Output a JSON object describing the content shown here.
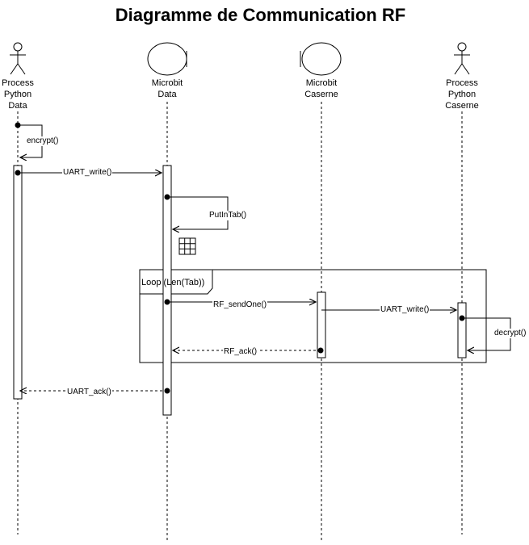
{
  "title": "Diagramme de Communication RF",
  "actors": {
    "process_python_data": "Process\nPython\nData",
    "microbit_data": "Microbit\nData",
    "microbit_caserne": "Microbit\nCaserne",
    "process_python_caserne": "Process\nPython\nCaserne"
  },
  "messages": {
    "encrypt": "encrypt()",
    "uart_write_1": "UART_write()",
    "put_in_tab": "PutInTab()",
    "rf_send_one": "RF_sendOne()",
    "uart_write_2": "UART_write()",
    "decrypt": "decrypt()",
    "rf_ack": "RF_ack()",
    "uart_ack": "UART_ack()"
  },
  "loop": {
    "label": "Loop (Len(Tab))"
  }
}
